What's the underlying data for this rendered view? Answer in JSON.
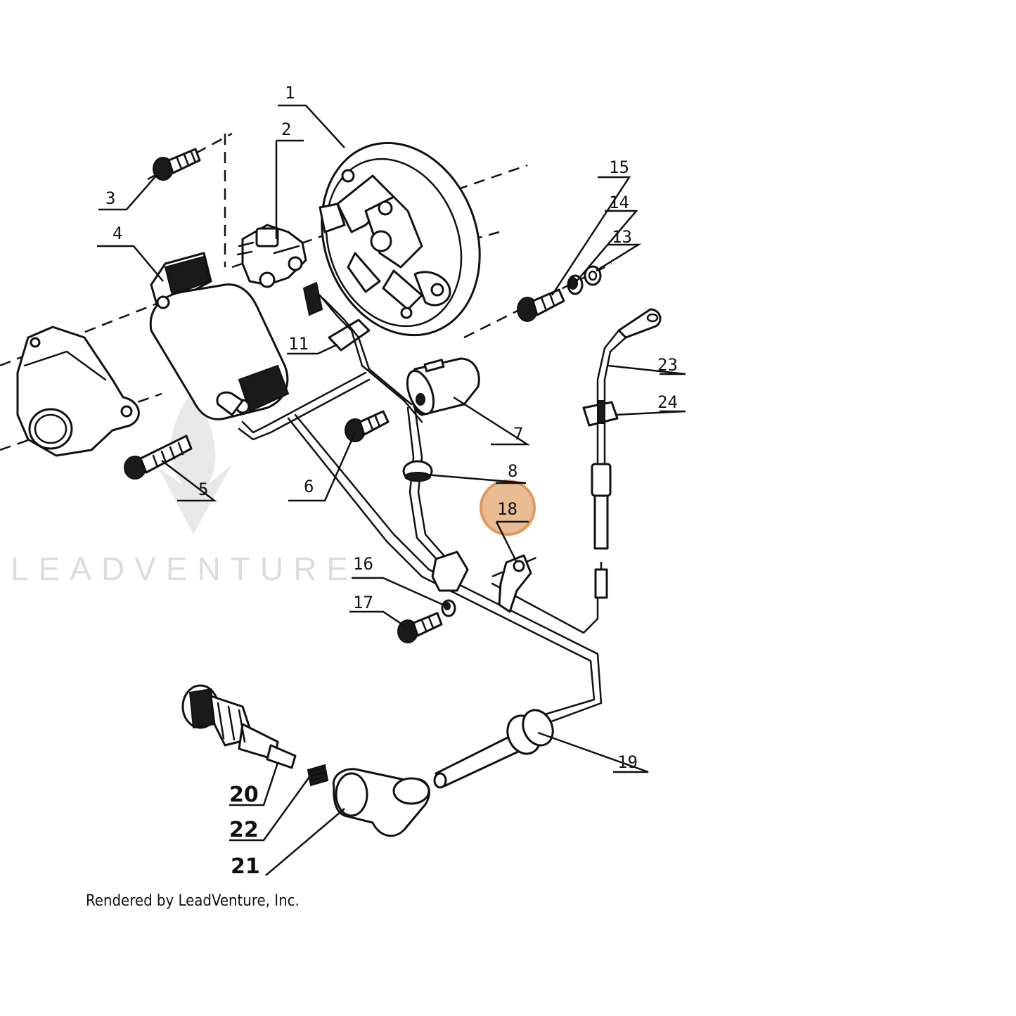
{
  "diagram": {
    "callouts": [
      {
        "id": "1",
        "label": "1"
      },
      {
        "id": "2",
        "label": "2"
      },
      {
        "id": "3",
        "label": "3"
      },
      {
        "id": "4",
        "label": "4"
      },
      {
        "id": "5",
        "label": "5"
      },
      {
        "id": "6",
        "label": "6"
      },
      {
        "id": "7",
        "label": "7"
      },
      {
        "id": "8",
        "label": "8"
      },
      {
        "id": "11",
        "label": "11"
      },
      {
        "id": "13",
        "label": "13"
      },
      {
        "id": "14",
        "label": "14"
      },
      {
        "id": "15",
        "label": "15"
      },
      {
        "id": "16",
        "label": "16"
      },
      {
        "id": "17",
        "label": "17"
      },
      {
        "id": "18",
        "label": "18"
      },
      {
        "id": "19",
        "label": "19"
      },
      {
        "id": "20",
        "label": "20"
      },
      {
        "id": "21",
        "label": "21"
      },
      {
        "id": "22",
        "label": "22"
      },
      {
        "id": "23",
        "label": "23"
      },
      {
        "id": "24",
        "label": "24"
      }
    ],
    "highlighted_callout": "18",
    "highlight_color": "#e7b182",
    "credit": "Rendered by LeadVenture, Inc.",
    "watermark": "LEADVENTURE"
  }
}
